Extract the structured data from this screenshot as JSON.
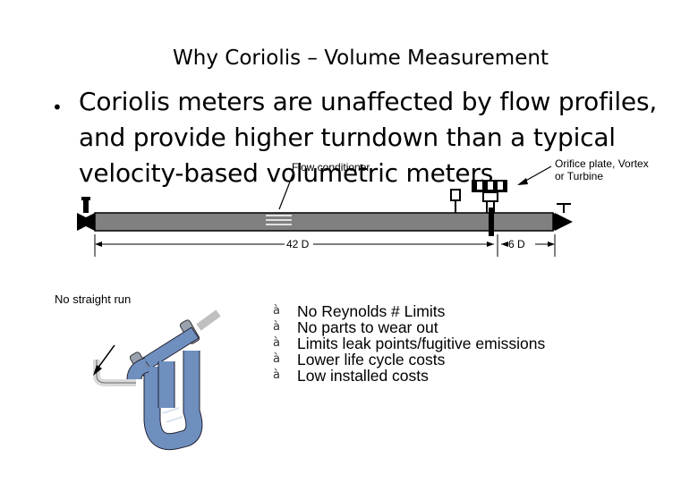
{
  "slide": {
    "title": "Why Coriolis – Volume Measurement",
    "bullet_lines": [
      "Coriolis meters are unaffected by flow profiles,",
      "and provide higher turndown than a typical",
      "velocity-based volumetric meters"
    ]
  },
  "diagram": {
    "flow_conditioner_label": "Flow conditioner",
    "orifice_label_line1": "Orifice plate, Vortex",
    "orifice_label_line2": "or Turbine",
    "dim_42d": "42 D",
    "dim_6d": "6 D",
    "no_straight_run_label": "No straight run"
  },
  "benefits": {
    "marker": "à",
    "items": [
      "No Reynolds # Limits",
      "No parts to wear out",
      "Limits leak points/fugitive emissions",
      "Lower life cycle costs",
      "Low installed costs"
    ]
  },
  "colors": {
    "pipe_gray": "#7f7f7f",
    "meter_blue": "#6f8fbf"
  }
}
